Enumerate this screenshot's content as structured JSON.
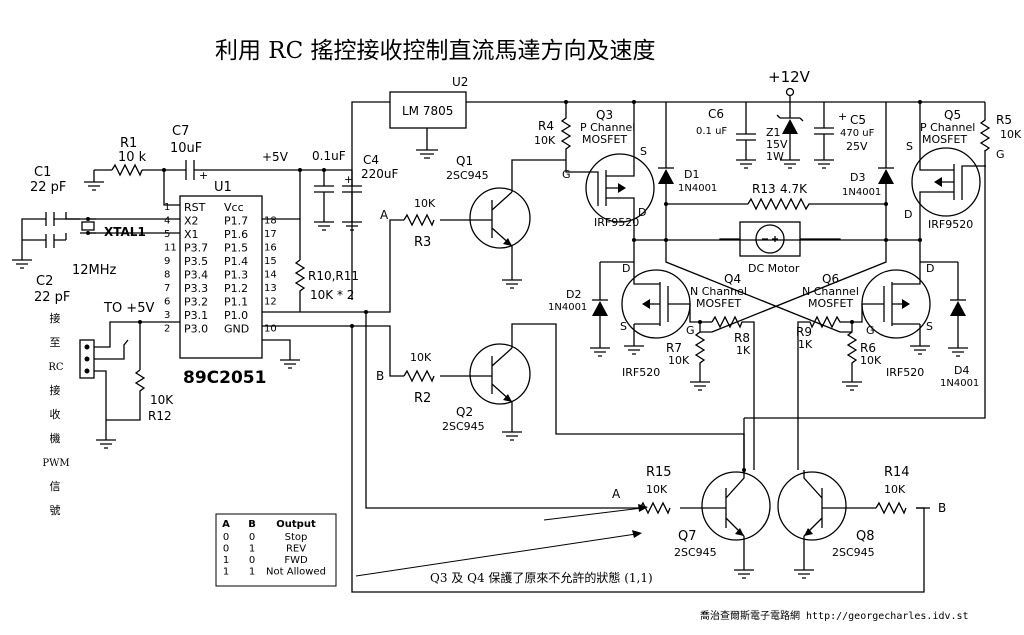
{
  "title": "利用 RC 搖控接收控制直流馬達方向及速度",
  "footer_credit": "喬治查爾斯電子電路網 http://georgecharles.idv.st",
  "note_q3q4": "Q3 及 Q4 保護了原來不允許的狀態 (1,1)",
  "vertical_label": [
    "接",
    "至",
    "RC",
    "接",
    "收",
    "機",
    "PWM",
    "信",
    "號"
  ],
  "supply": {
    "vcc12": "+12V",
    "vcc5": "+5V"
  },
  "regulator": {
    "ref": "U2",
    "part": "LM 7805"
  },
  "mcu": {
    "ref": "U1",
    "part": "89C2051",
    "left_pins": [
      {
        "name": "RST",
        "num": "1"
      },
      {
        "name": "X2",
        "num": "4"
      },
      {
        "name": "X1",
        "num": "5"
      },
      {
        "name": "P3.7",
        "num": "11"
      },
      {
        "name": "P3.5",
        "num": "9"
      },
      {
        "name": "P3.4",
        "num": "8"
      },
      {
        "name": "P3.3",
        "num": "7"
      },
      {
        "name": "P3.2",
        "num": "6"
      },
      {
        "name": "P3.1",
        "num": "3"
      },
      {
        "name": "P3.0",
        "num": "2"
      }
    ],
    "right_pins": [
      {
        "name": "Vcc",
        "num": ""
      },
      {
        "name": "P1.7",
        "num": "18"
      },
      {
        "name": "P1.6",
        "num": "17"
      },
      {
        "name": "P1.5",
        "num": "16"
      },
      {
        "name": "P1.4",
        "num": "15"
      },
      {
        "name": "P1.3",
        "num": "14"
      },
      {
        "name": "P1.2",
        "num": "13"
      },
      {
        "name": "P1.1",
        "num": "12"
      },
      {
        "name": "P1.0",
        "num": ""
      },
      {
        "name": "GND",
        "num": "10"
      }
    ]
  },
  "crystal": {
    "label": "XTAL1",
    "freq": "12MHz"
  },
  "capacitors": {
    "c1": {
      "ref": "C1",
      "value": "22 pF"
    },
    "c2": {
      "ref": "C2",
      "value": "22 pF"
    },
    "c7": {
      "ref": "C7",
      "value": "10uF"
    },
    "c4": {
      "ref": "C4",
      "value": "220uF"
    },
    "c_reg": {
      "value": "0.1uF"
    },
    "c6": {
      "ref": "C6",
      "value": "0.1 uF"
    },
    "c5": {
      "ref": "C5",
      "value": "470 uF",
      "voltage": "25V"
    }
  },
  "resistors": {
    "r1": {
      "ref": "R1",
      "value": "10 k"
    },
    "r3": {
      "ref": "R3",
      "value": "10K"
    },
    "r2": {
      "ref": "R2",
      "value": "10K"
    },
    "r4": {
      "ref": "R4",
      "value": "10K"
    },
    "r5": {
      "ref": "R5",
      "value": "10K"
    },
    "r10": {
      "ref": "R10,R11",
      "value": "10K * 2"
    },
    "r12": {
      "ref": "R12",
      "value": "10K"
    },
    "r13": {
      "ref": "R13",
      "value": "4.7K"
    },
    "r7": {
      "ref": "R7",
      "value": "10K"
    },
    "r8": {
      "ref": "R8",
      "value": "1K"
    },
    "r9": {
      "ref": "R9",
      "value": "1K"
    },
    "r6": {
      "ref": "R6",
      "value": "10K"
    },
    "r15": {
      "ref": "R15",
      "value": "10K"
    },
    "r14": {
      "ref": "R14",
      "value": "10K"
    }
  },
  "transistors": {
    "q1": {
      "ref": "Q1",
      "part": "2SC945"
    },
    "q2": {
      "ref": "Q2",
      "part": "2SC945"
    },
    "q7": {
      "ref": "Q7",
      "part": "2SC945"
    },
    "q8": {
      "ref": "Q8",
      "part": "2SC945"
    },
    "q3": {
      "ref": "Q3",
      "type1": "P Channel",
      "type2": "MOSFET",
      "part": "IRF9520"
    },
    "q5": {
      "ref": "Q5",
      "type1": "P Channel",
      "type2": "MOSFET",
      "part": "IRF9520"
    },
    "q4": {
      "ref": "Q4",
      "type1": "N Channel",
      "type2": "MOSFET",
      "part": "IRF520"
    },
    "q6": {
      "ref": "Q6",
      "type1": "N Channel",
      "type2": "MOSFET",
      "part": "IRF520"
    }
  },
  "diodes": {
    "d1": {
      "ref": "D1",
      "part": "1N4001"
    },
    "d2": {
      "ref": "D2",
      "part": "1N4001"
    },
    "d3": {
      "ref": "D3",
      "part": "1N4001"
    },
    "d4": {
      "ref": "D4",
      "part": "1N4001"
    },
    "z1": {
      "ref": "Z1",
      "v": "15V",
      "w": "1W"
    }
  },
  "motor": {
    "label": "DC Motor"
  },
  "pin_letters": {
    "g": "G",
    "s": "S",
    "d": "D"
  },
  "net_labels": {
    "a": "A",
    "b": "B"
  },
  "to5v": "TO +5V",
  "truth_table": {
    "headers": [
      "A",
      "B",
      "Output"
    ],
    "rows": [
      [
        "0",
        "0",
        "Stop"
      ],
      [
        "0",
        "1",
        "REV"
      ],
      [
        "1",
        "0",
        "FWD"
      ],
      [
        "1",
        "1",
        "Not Allowed"
      ]
    ]
  }
}
